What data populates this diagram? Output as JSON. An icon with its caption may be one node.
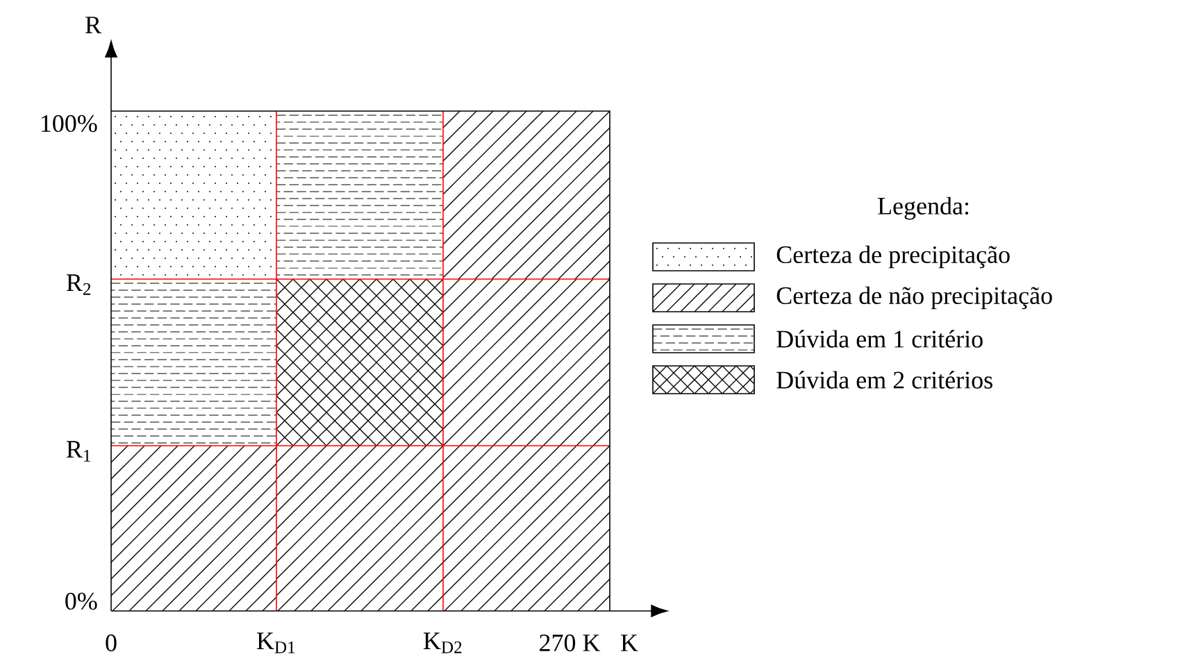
{
  "diagram": {
    "labels": [
      "R",
      "100%",
      "R$_{2}$",
      "R$_{1}$",
      "0%",
      "0",
      "K$_{D1}$",
      "K$_{D2}$",
      "270 K",
      "K",
      "Legenda:"
    ],
    "legend": [
      {
        "text": "Certeza de precipitação"
      },
      {
        "text": "Certeza de não precipitação"
      },
      {
        "text": "Dúvida em 1 critério"
      },
      {
        "text": "Dúvida em 2 critérios"
      }
    ]
  }
}
